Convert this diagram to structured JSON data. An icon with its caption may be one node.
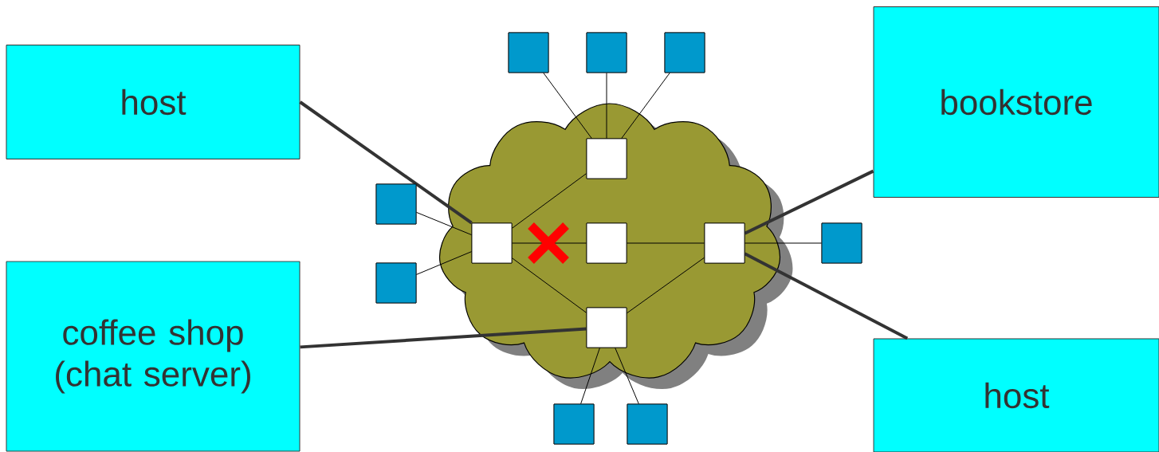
{
  "diagram": {
    "nodes": [
      {
        "text": [
          "host"
        ]
      },
      {
        "text": [
          "coffee shop (chat server)"
        ]
      },
      {
        "text": [
          "bookstore"
        ]
      },
      {
        "text": [
          "host"
        ]
      },
      {
        "text": [],
        "shape": "cloud"
      },
      {
        "text": [],
        "shape": "box",
        "in": 4
      },
      {
        "text": [],
        "shape": "box",
        "in": 4
      },
      {
        "text": [],
        "shape": "box",
        "in": 4
      },
      {
        "text": [],
        "shape": "box",
        "in": 4
      },
      {
        "text": [],
        "shape": "box",
        "in": 4
      },
      {
        "text": [],
        "shape": "box"
      },
      {
        "text": [],
        "shape": "box"
      },
      {
        "text": [],
        "shape": "box"
      },
      {
        "text": [],
        "shape": "box"
      },
      {
        "text": [],
        "shape": "box"
      },
      {
        "text": [],
        "shape": "box"
      },
      {
        "text": [],
        "shape": "box"
      },
      {
        "text": [],
        "shape": "box"
      }
    ],
    "edges": [
      {
        "from": 10,
        "to": 6,
        "arrow": "none"
      },
      {
        "from": 11,
        "to": 6,
        "arrow": "none"
      },
      {
        "from": 12,
        "to": 6,
        "arrow": "none"
      },
      {
        "from": 13,
        "to": 5,
        "arrow": "none"
      },
      {
        "from": 14,
        "to": 5,
        "arrow": "none"
      },
      {
        "from": 5,
        "to": 6,
        "arrow": "none"
      },
      {
        "from": 5,
        "to": 7,
        "arrow": "none"
      },
      {
        "from": 7,
        "to": 8,
        "arrow": "none"
      },
      {
        "from": 5,
        "to": 9,
        "arrow": "none"
      },
      {
        "from": 9,
        "to": 8,
        "arrow": "none"
      },
      {
        "from": 8,
        "to": 15,
        "arrow": "none"
      },
      {
        "from": 9,
        "to": 16,
        "arrow": "none"
      },
      {
        "from": 9,
        "to": 17,
        "arrow": "none"
      },
      {
        "from": 0,
        "to": 5,
        "arrow": "none",
        "style": "thick",
        "color": "#333333"
      },
      {
        "from": 1,
        "to": 9,
        "arrow": "none",
        "style": "thick",
        "color": "#333333"
      },
      {
        "from": 2,
        "to": 8,
        "arrow": "none",
        "style": "thick",
        "color": "#333333"
      },
      {
        "from": 3,
        "to": 8,
        "arrow": "none",
        "style": "thick",
        "color": "#333333"
      }
    ]
  }
}
